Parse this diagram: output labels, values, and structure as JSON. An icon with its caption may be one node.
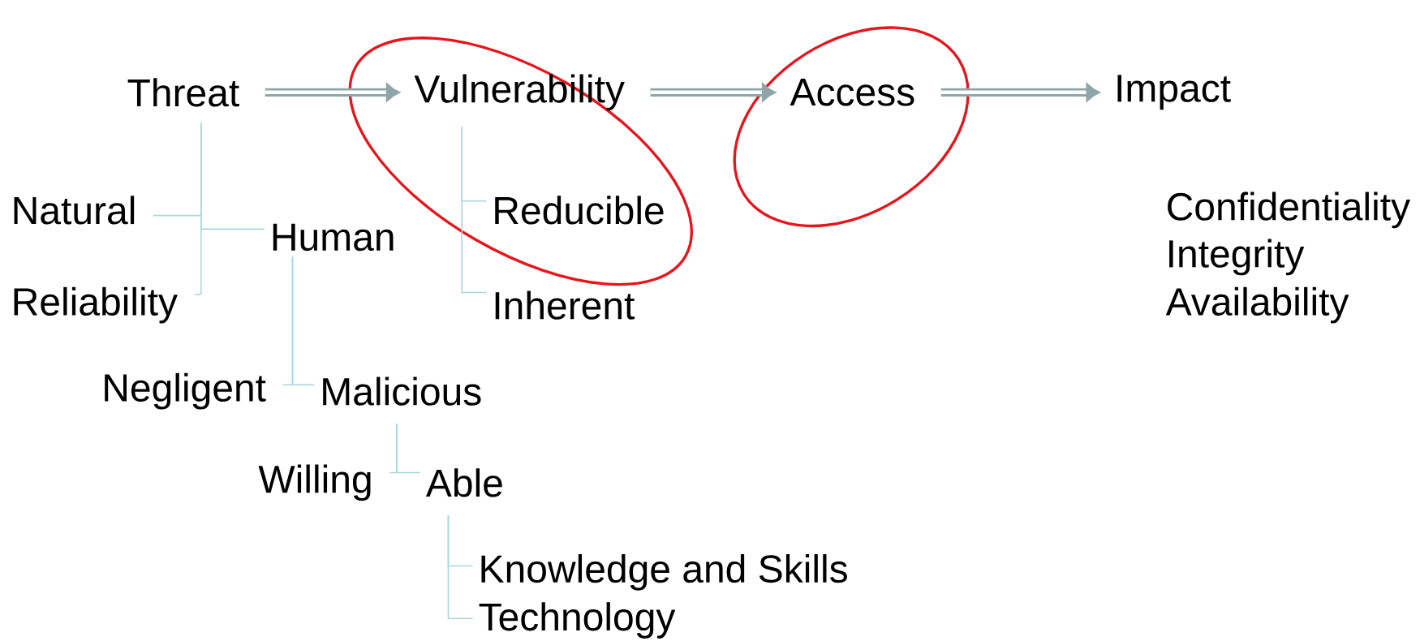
{
  "diagram": {
    "nodes": [
      {
        "text": [
          "Threat"
        ]
      },
      {
        "text": [
          "Vulnerability"
        ]
      },
      {
        "text": [
          "Access"
        ]
      },
      {
        "text": [
          "Impact"
        ]
      },
      {
        "text": [
          "Natural"
        ]
      },
      {
        "text": [
          "Human"
        ]
      },
      {
        "text": [
          "Reliability"
        ]
      },
      {
        "text": [
          "Reducible"
        ]
      },
      {
        "text": [
          "Inherent"
        ]
      },
      {
        "text": [
          "Negligent"
        ]
      },
      {
        "text": [
          "Malicious"
        ]
      },
      {
        "text": [
          "Willing"
        ]
      },
      {
        "text": [
          "Able"
        ]
      },
      {
        "text": [
          "Knowledge and Skills"
        ]
      },
      {
        "text": [
          "Technology"
        ]
      }
    ],
    "edges": [
      {
        "from": 0,
        "to": 1,
        "arrow": "to",
        "style": "thick",
        "color": "#8fa6a9"
      },
      {
        "from": 1,
        "to": 2,
        "arrow": "to",
        "style": "thick",
        "color": "#8fa6a9"
      },
      {
        "from": 2,
        "to": 3,
        "arrow": "to",
        "style": "thick",
        "color": "#8fa6a9"
      },
      {
        "from": 0,
        "to": 4,
        "arrow": "none"
      },
      {
        "from": 0,
        "to": 5,
        "arrow": "none"
      },
      {
        "from": 0,
        "to": 6,
        "arrow": "none"
      },
      {
        "from": 1,
        "to": 7,
        "arrow": "none"
      },
      {
        "from": 1,
        "to": 8,
        "arrow": "none"
      },
      {
        "from": 5,
        "to": 9,
        "arrow": "none"
      },
      {
        "from": 5,
        "to": 10,
        "arrow": "none"
      },
      {
        "from": 10,
        "to": 11,
        "arrow": "none"
      },
      {
        "from": 10,
        "to": 12,
        "arrow": "none"
      },
      {
        "from": 12,
        "to": 13,
        "arrow": "none"
      },
      {
        "from": 12,
        "to": 14,
        "arrow": "none"
      }
    ],
    "labels": [
      "Confidentiality",
      "Integrity",
      "Availability"
    ]
  }
}
